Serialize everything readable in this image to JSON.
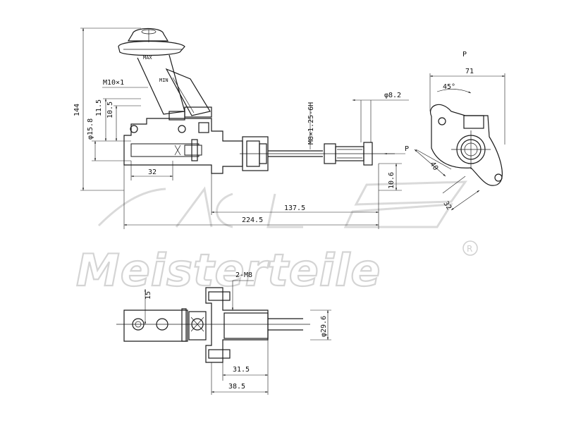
{
  "watermark": {
    "brand": "Meisterteile",
    "logo_letters": "A.L.",
    "registered": "R"
  },
  "top_view": {
    "dims": {
      "overall_height": "144",
      "thread": "M10×1",
      "d11_5": "11.5",
      "d10_5": "10.5",
      "bore": "φ15.8",
      "len32": "32",
      "len137_5": "137.5",
      "len224_5": "224.5",
      "rod_thread": "M8×1.25-6H",
      "rod_dia": "φ8.2",
      "offset": "10.6"
    },
    "reservoir": {
      "max": "MAX",
      "min": "MIN"
    }
  },
  "side_view": {
    "label": "P",
    "pushrod_label": "P",
    "dims": {
      "width71": "71",
      "angle": "45°",
      "d40": "40",
      "d32": "32"
    }
  },
  "bottom_view": {
    "dims": {
      "bolts": "2-M8",
      "d15": "15",
      "dia": "φ29.6",
      "l31_5": "31.5",
      "l38_5": "38.5"
    }
  }
}
